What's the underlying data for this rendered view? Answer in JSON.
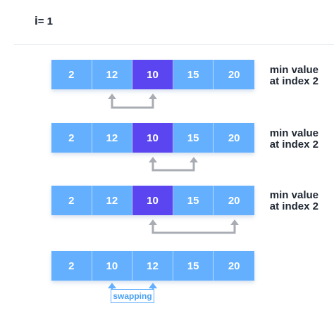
{
  "iteration": {
    "variable": "i",
    "rest": "= 1"
  },
  "rows": [
    {
      "values": [
        "2",
        "12",
        "10",
        "15",
        "20"
      ],
      "highlight": 2,
      "note_line1": "min value",
      "note_line2": "at index 2"
    },
    {
      "values": [
        "2",
        "12",
        "10",
        "15",
        "20"
      ],
      "highlight": 2,
      "note_line1": "min value",
      "note_line2": "at index 2"
    },
    {
      "values": [
        "2",
        "12",
        "10",
        "15",
        "20"
      ],
      "highlight": 2,
      "note_line1": "min value",
      "note_line2": "at index 2"
    },
    {
      "values": [
        "2",
        "10",
        "12",
        "15",
        "20"
      ],
      "highlight": null
    }
  ],
  "swap_label": "swapping",
  "colors": {
    "cell": "#64b0ff",
    "highlight": "#5b45f0",
    "arrow": "#a9adb3",
    "swap": "#64b0ff",
    "text": "#1f2733"
  }
}
